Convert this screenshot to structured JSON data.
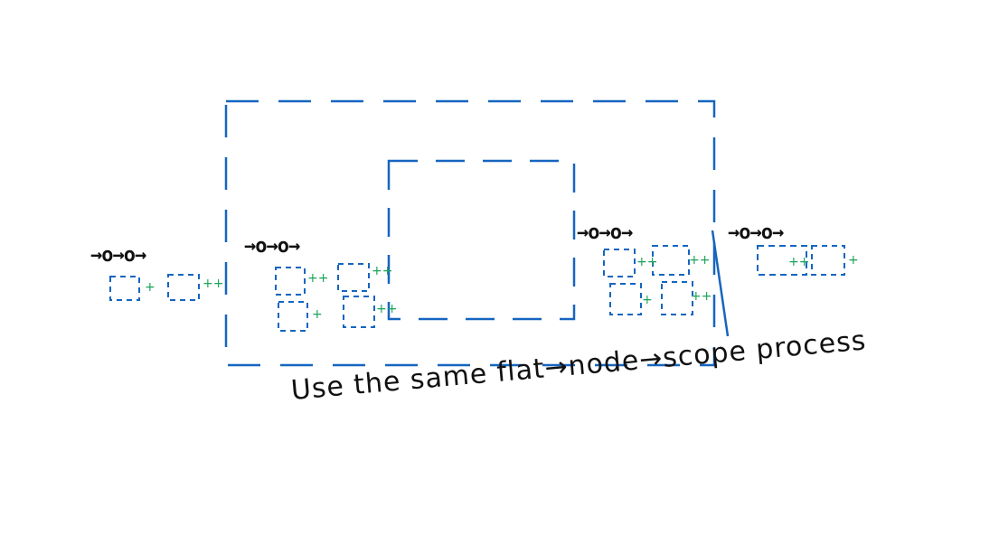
{
  "colors": {
    "box": "#1565c0",
    "plus": "#1aa35a",
    "ink": "#111111",
    "background": "#ffffff"
  },
  "flows": {
    "row1": "→o→o→",
    "row2": "→o→o→",
    "row3": "→o→o→",
    "row4": "→o→o→"
  },
  "caption": "Use the same flat→node→scope process"
}
